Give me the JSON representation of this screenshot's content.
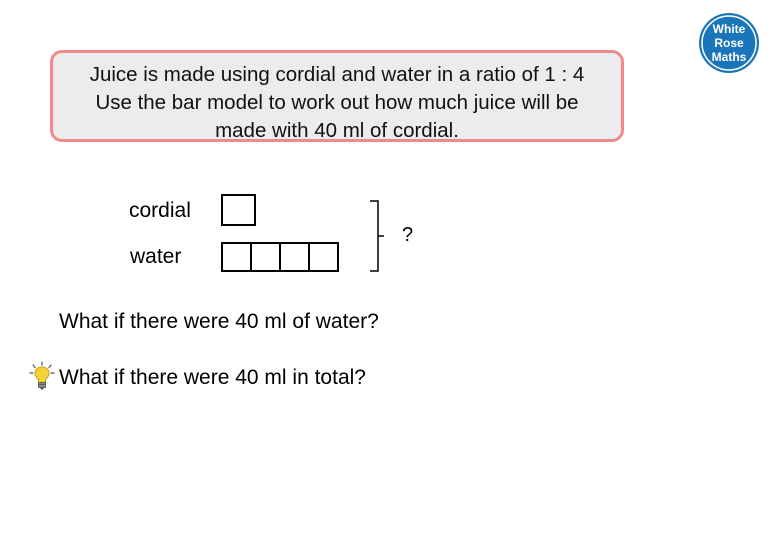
{
  "question": {
    "lines": [
      "Juice is made using cordial and water in a ratio of 1 : 4",
      "Use the bar model to work out how much juice will be",
      "made with 40 ml of cordial."
    ]
  },
  "logo": {
    "line1": "White",
    "line2": "Rose",
    "line3": "Maths"
  },
  "bar_model": {
    "cordial_label": "cordial",
    "water_label": "water",
    "cordial_parts": 1,
    "water_parts": 4,
    "total_label": "?"
  },
  "prompts": {
    "first": "What if there were 40 ml of water?",
    "second": "What if there were 40 ml in total?"
  },
  "colors": {
    "box_border": "#f08a8a",
    "box_fill": "#ececec",
    "logo_blue": "#1a75bb"
  },
  "icons": {
    "hint": "lightbulb-icon"
  }
}
